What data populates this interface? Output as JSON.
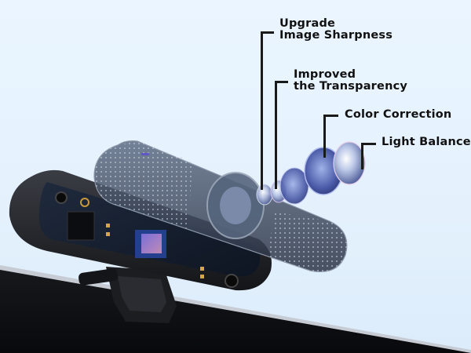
{
  "diagram": {
    "subject": "Exploded view of webcam with lens stack",
    "background_color": "#e9f4fe",
    "callouts": [
      {
        "id": "upgrade-image-sharpness",
        "line1": "Upgrade",
        "line2": "Image Sharpness"
      },
      {
        "id": "improved-transparency",
        "line1": "Improved",
        "line2": "the Transparency"
      },
      {
        "id": "color-correction",
        "line1": "Color Correction"
      },
      {
        "id": "light-balance",
        "line1": "Light Balance"
      }
    ],
    "components": [
      "webcam-rear-housing",
      "circuit-board",
      "image-sensor",
      "transparent-front-cover",
      "lens-barrel",
      "lens-element-1",
      "lens-element-2",
      "lens-element-3",
      "lens-element-4",
      "lens-element-5",
      "mounting-clip",
      "monitor-top-edge"
    ]
  }
}
